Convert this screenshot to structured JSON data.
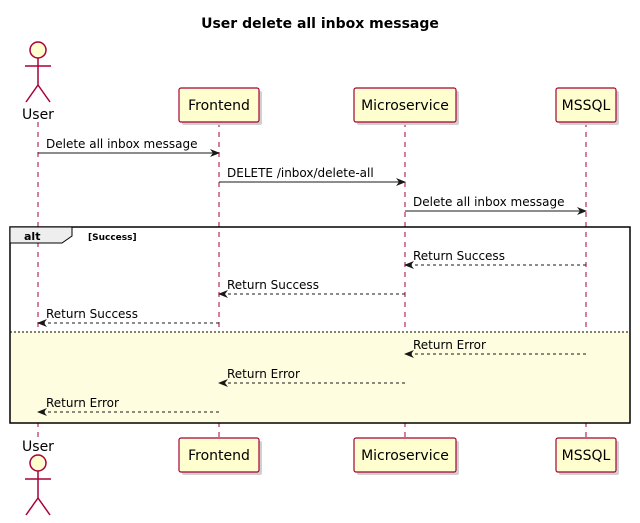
{
  "title": "User delete all inbox message",
  "participants": [
    {
      "id": "user",
      "label": "User",
      "kind": "actor"
    },
    {
      "id": "frontend",
      "label": "Frontend",
      "kind": "box"
    },
    {
      "id": "microservice",
      "label": "Microservice",
      "kind": "box"
    },
    {
      "id": "mssql",
      "label": "MSSQL",
      "kind": "box"
    }
  ],
  "messages": [
    {
      "from": "user",
      "to": "frontend",
      "label": "Delete all inbox message",
      "style": "solid"
    },
    {
      "from": "frontend",
      "to": "microservice",
      "label": "DELETE /inbox/delete-all",
      "style": "solid"
    },
    {
      "from": "microservice",
      "to": "mssql",
      "label": "Delete all inbox message",
      "style": "solid"
    }
  ],
  "alt": {
    "keyword": "alt",
    "guard": "[Success]",
    "sections": [
      {
        "messages": [
          {
            "from": "mssql",
            "to": "microservice",
            "label": "Return Success",
            "style": "dashed"
          },
          {
            "from": "microservice",
            "to": "frontend",
            "label": "Return Success",
            "style": "dashed"
          },
          {
            "from": "frontend",
            "to": "user",
            "label": "Return Success",
            "style": "dashed"
          }
        ]
      },
      {
        "messages": [
          {
            "from": "mssql",
            "to": "microservice",
            "label": "Return Error",
            "style": "dashed"
          },
          {
            "from": "microservice",
            "to": "frontend",
            "label": "Return Error",
            "style": "dashed"
          },
          {
            "from": "frontend",
            "to": "user",
            "label": "Return Error",
            "style": "dashed"
          }
        ]
      }
    ]
  },
  "colors": {
    "participant_fill": "#FEFECE",
    "participant_border": "#A80036",
    "else_fill": "#FFFDE0",
    "line": "#A80036",
    "arrow": "#181818"
  }
}
